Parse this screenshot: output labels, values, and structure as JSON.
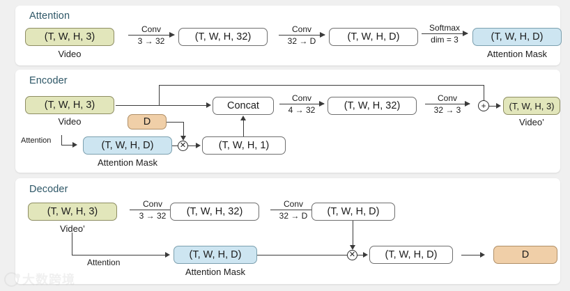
{
  "figure": {
    "background_color": "#f0f0f0",
    "panel_color": "#ffffff",
    "header_color": "#2e5767",
    "colors": {
      "video_green": "#e2e6bb",
      "attention_blue": "#cde5f1",
      "depth_tan": "#f0cfa8",
      "plain_white": "#ffffff",
      "stroke": "#3a3a3a"
    }
  },
  "watermark": {
    "text": "大数跨境"
  },
  "panels": [
    {
      "id": "attention",
      "title": "Attention",
      "nodes": [
        {
          "name": "video-input",
          "text": "(T, W, H, 3)",
          "caption": "Video",
          "style": "green"
        },
        {
          "name": "feat-32",
          "text": "(T, W, H, 32)",
          "caption": "",
          "style": "plain"
        },
        {
          "name": "feat-d",
          "text": "(T, W, H, D)",
          "caption": "",
          "style": "plain"
        },
        {
          "name": "attention-mask",
          "text": "(T, W, H, D)",
          "caption": "Attention Mask",
          "style": "blue"
        }
      ],
      "ops": [
        {
          "name": "conv-3-32",
          "top": "Conv",
          "bottom": "3 → 32"
        },
        {
          "name": "conv-32-d",
          "top": "Conv",
          "bottom": "32 → D"
        },
        {
          "name": "softmax-dim",
          "top": "Softmax",
          "bottom": "dim = 3"
        }
      ]
    },
    {
      "id": "encoder",
      "title": "Encoder",
      "nodes": [
        {
          "name": "video-input",
          "text": "(T, W, H, 3)",
          "caption": "Video",
          "style": "green"
        },
        {
          "name": "depth-d",
          "text": "D",
          "caption": "",
          "style": "tan"
        },
        {
          "name": "attention-mask",
          "text": "(T, W, H, D)",
          "caption": "Attention Mask",
          "style": "blue"
        },
        {
          "name": "mask-collapsed",
          "text": "(T, W, H, 1)",
          "caption": "",
          "style": "plain"
        },
        {
          "name": "concat",
          "text": "Concat",
          "caption": "",
          "style": "plain"
        },
        {
          "name": "feat-32",
          "text": "(T, W, H, 32)",
          "caption": "",
          "style": "plain"
        },
        {
          "name": "video-output",
          "text": "(T, W, H, 3)",
          "caption": "Video’",
          "style": "green"
        }
      ],
      "ops": [
        {
          "name": "conv-4-32",
          "top": "Conv",
          "bottom": "4 → 32"
        },
        {
          "name": "conv-32-3",
          "top": "Conv",
          "bottom": "32 → 3"
        }
      ],
      "operators": [
        {
          "name": "multiply-operator",
          "symbol": "✕"
        },
        {
          "name": "add-operator",
          "symbol": "+"
        }
      ],
      "edge_labels": [
        {
          "name": "attention-branch-label",
          "text": "Attention"
        }
      ]
    },
    {
      "id": "decoder",
      "title": "Decoder",
      "nodes": [
        {
          "name": "video-input",
          "text": "(T, W, H, 3)",
          "caption": "Video’",
          "style": "green"
        },
        {
          "name": "feat-32",
          "text": "(T, W, H, 32)",
          "caption": "",
          "style": "plain"
        },
        {
          "name": "feat-d",
          "text": "(T, W, H, D)",
          "caption": "",
          "style": "plain"
        },
        {
          "name": "attention-mask",
          "text": "(T, W, H, D)",
          "caption": "Attention Mask",
          "style": "blue"
        },
        {
          "name": "product-d",
          "text": "(T, W, H, D)",
          "caption": "",
          "style": "plain"
        },
        {
          "name": "depth-output",
          "text": "D",
          "caption": "",
          "style": "tan"
        }
      ],
      "ops": [
        {
          "name": "conv-3-32",
          "top": "Conv",
          "bottom": "3 → 32"
        },
        {
          "name": "conv-32-d",
          "top": "Conv",
          "bottom": "32 → D"
        }
      ],
      "operators": [
        {
          "name": "multiply-operator",
          "symbol": "✕"
        }
      ],
      "edge_labels": [
        {
          "name": "attention-branch-label",
          "text": "Attention"
        }
      ]
    }
  ]
}
